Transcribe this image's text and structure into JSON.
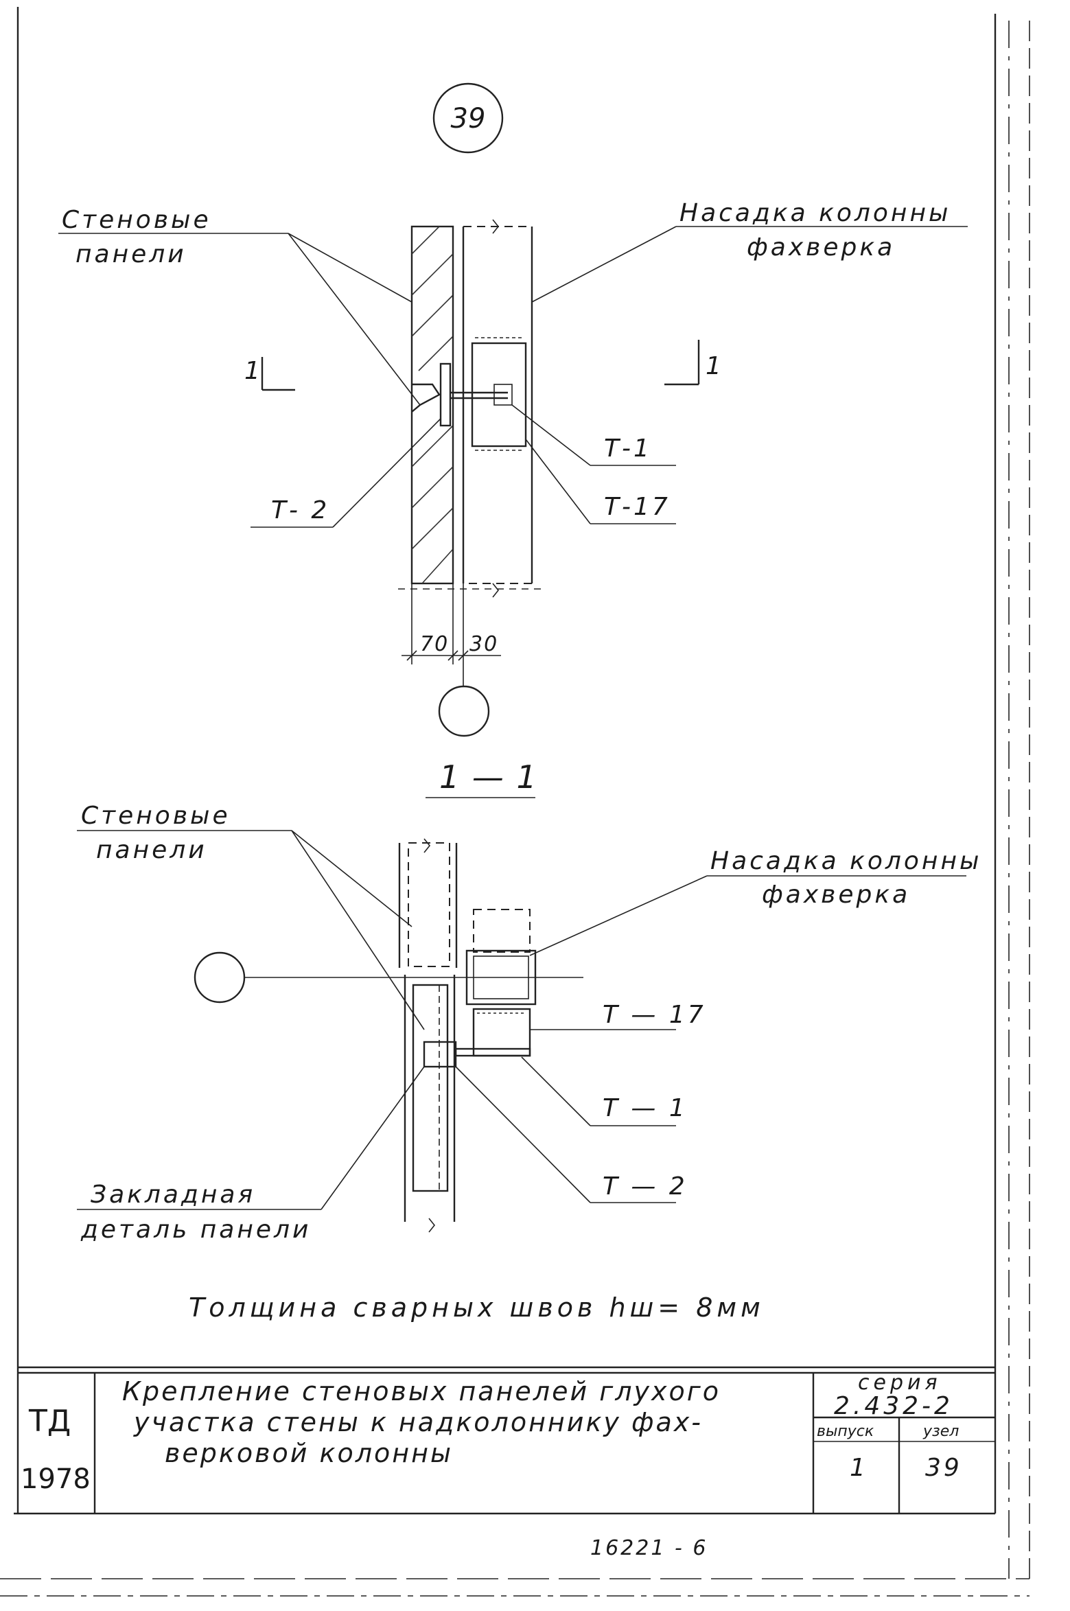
{
  "node_badge": "39",
  "top_view": {
    "label_wall_panels_1": "Стеновые",
    "label_wall_panels_2": "панели",
    "label_cap_1": "Насадка колонны",
    "label_cap_2": "фахверка",
    "section_mark_left": "1",
    "section_mark_right": "1",
    "callout_t1": "Т-1",
    "callout_t2": "Т- 2",
    "callout_t17": "Т-17",
    "dim_70": "70",
    "dim_30": "30"
  },
  "section_view": {
    "title": "1 — 1",
    "label_wall_panels_1": "Стеновые",
    "label_wall_panels_2": "панели",
    "label_cap_1": "Насадка колонны",
    "label_cap_2": "фахверка",
    "callout_t17": "Т — 17",
    "callout_t1": "Т — 1",
    "callout_t2": "Т — 2",
    "label_embed_1": "Закладная",
    "label_embed_2": "деталь панели"
  },
  "weld_note": "Толщина сварных швов hш= 8мм",
  "title_block": {
    "org": "ТД",
    "year": "1978",
    "title_line_1": "Крепление стеновых панелей глухого",
    "title_line_2": "участка стены к надколоннику фах-",
    "title_line_3": "верковой колонны",
    "series_label": "серия",
    "series_value": "2.432-2",
    "issue_label": "выпуск",
    "issue_value": "1",
    "node_label": "узел",
    "node_value": "39"
  },
  "sheet_number": "16221 - 6"
}
